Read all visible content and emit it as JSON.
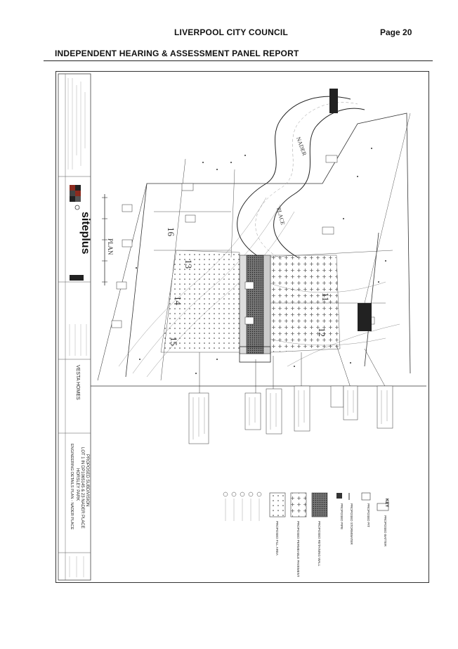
{
  "header": {
    "council": "LIVERPOOL CITY COUNCIL",
    "page": "Page 20",
    "report": "INDEPENDENT HEARING & ASSESSMENT PANEL REPORT"
  },
  "plan": {
    "street_name_1": "NADER",
    "street_name_2": "PLACE",
    "view_label": "PLAN",
    "lots": [
      "16",
      "13",
      "14",
      "15",
      "11",
      "12"
    ],
    "brand": "siteplus",
    "client": "VESTA HOMES",
    "drawing_title_1": "PROPOSED SUBDIVISION",
    "drawing_title_2": "LOT 1 IN DP1065145 & 23 NADER PLACE",
    "drawing_title_3": "HORSLEY PARK",
    "drawing_title_4": "ENGINEERING DETAILS PLAN - NADER PLACE",
    "key_heading": "KEY",
    "key_items": [
      "PROPOSED BATTER",
      "PROPOSED PIT",
      "PROPOSED STORMWATER",
      "PROPOSED PIPE",
      "PROPOSED RETAINING WALL",
      "PROPOSED PERMEABLE PAVEMENT",
      "PROPOSED FILL AREA"
    ]
  }
}
